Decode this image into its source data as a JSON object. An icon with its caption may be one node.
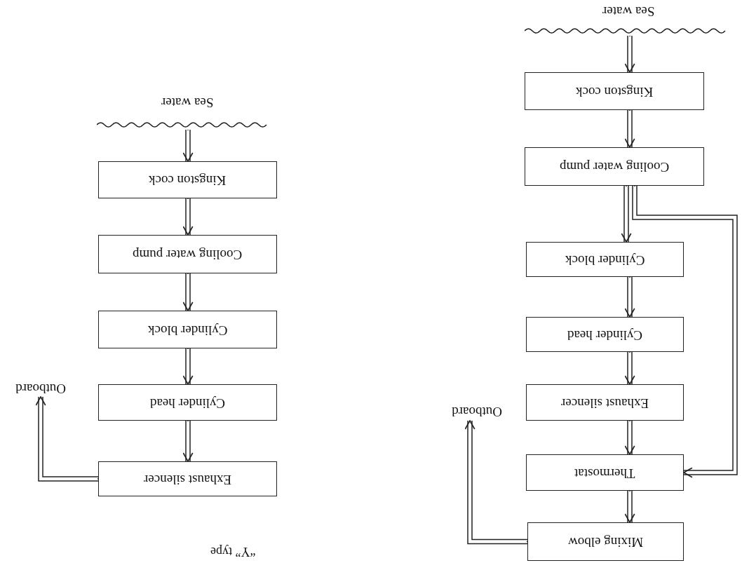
{
  "diagram": {
    "nodes": [
      {
        "text": [
          "Sea water"
        ]
      },
      {
        "text": [
          "Kingston cock"
        ]
      },
      {
        "text": [
          "Cooling water pump"
        ]
      },
      {
        "text": [
          "Cylinder block"
        ]
      },
      {
        "text": [
          "Cylinder head"
        ]
      },
      {
        "text": [
          "Exhaust silencer"
        ]
      },
      {
        "text": [
          "Outboard"
        ]
      },
      {
        "text": [
          "Sea water"
        ]
      },
      {
        "text": [
          "Kingston cock"
        ]
      },
      {
        "text": [
          "Cooling water pump"
        ]
      },
      {
        "text": [
          "Cylinder block"
        ]
      },
      {
        "text": [
          "Cylinder head"
        ]
      },
      {
        "text": [
          "Exhaust silencer"
        ]
      },
      {
        "text": [
          "Thermostat"
        ]
      },
      {
        "text": [
          "Mixing elbow"
        ]
      },
      {
        "text": [
          "Outboard"
        ]
      }
    ],
    "edges": [
      {
        "from": 0,
        "to": 1,
        "arrow": "to"
      },
      {
        "from": 1,
        "to": 2,
        "arrow": "to"
      },
      {
        "from": 2,
        "to": 3,
        "arrow": "to"
      },
      {
        "from": 3,
        "to": 4,
        "arrow": "to"
      },
      {
        "from": 4,
        "to": 5,
        "arrow": "to"
      },
      {
        "from": 5,
        "to": 6,
        "arrow": "to"
      },
      {
        "from": 7,
        "to": 8,
        "arrow": "to"
      },
      {
        "from": 8,
        "to": 9,
        "arrow": "to"
      },
      {
        "from": 9,
        "to": 10,
        "arrow": "to"
      },
      {
        "from": 9,
        "to": 13,
        "arrow": "to"
      },
      {
        "from": 10,
        "to": 11,
        "arrow": "to"
      },
      {
        "from": 11,
        "to": 12,
        "arrow": "to"
      },
      {
        "from": 12,
        "to": 13,
        "arrow": "to"
      },
      {
        "from": 13,
        "to": 14,
        "arrow": "to"
      },
      {
        "from": 14,
        "to": 15,
        "arrow": "to"
      }
    ],
    "labels": [
      "“Y” type"
    ]
  }
}
